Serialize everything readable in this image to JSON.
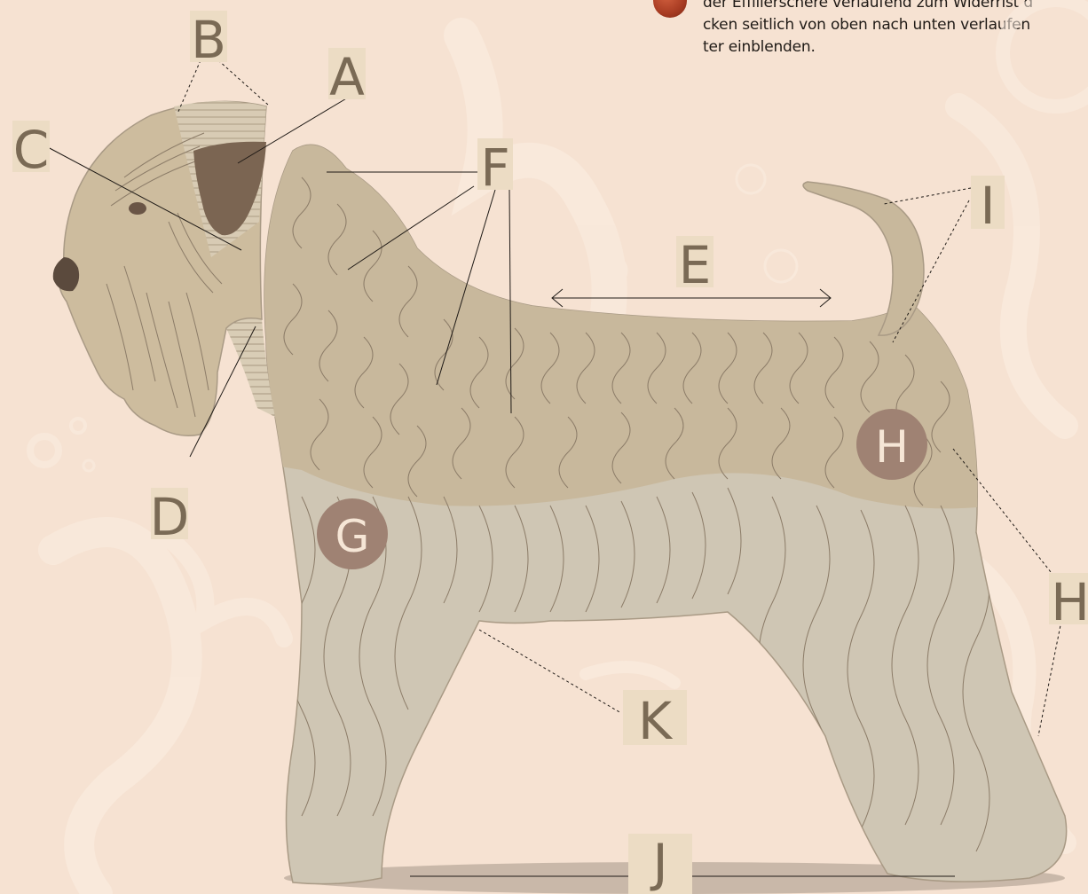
{
  "instruction_lines": [
    "der Effilierschere verlaufend zum Widerrist d",
    "cken seitlich von oben nach unten verlaufen",
    "ter einblenden."
  ],
  "labels": {
    "A": "A",
    "B": "B",
    "C": "C",
    "D": "D",
    "E": "E",
    "F": "F",
    "G": "G",
    "H": "H",
    "H2": "H",
    "I": "I",
    "J": "J",
    "K": "K"
  },
  "colors": {
    "background": "#f6e2d2",
    "coat_upper": "#c8b89c",
    "coat_lower": "#cfc6b4",
    "head": "#cdbc9e",
    "ear": "#7b6552",
    "nose": "#5b4a3d",
    "marker_circle": "#9f8273",
    "label_box": "#ecdcc4",
    "label_text": "#7a6a55",
    "bullet": "#b2432a"
  }
}
